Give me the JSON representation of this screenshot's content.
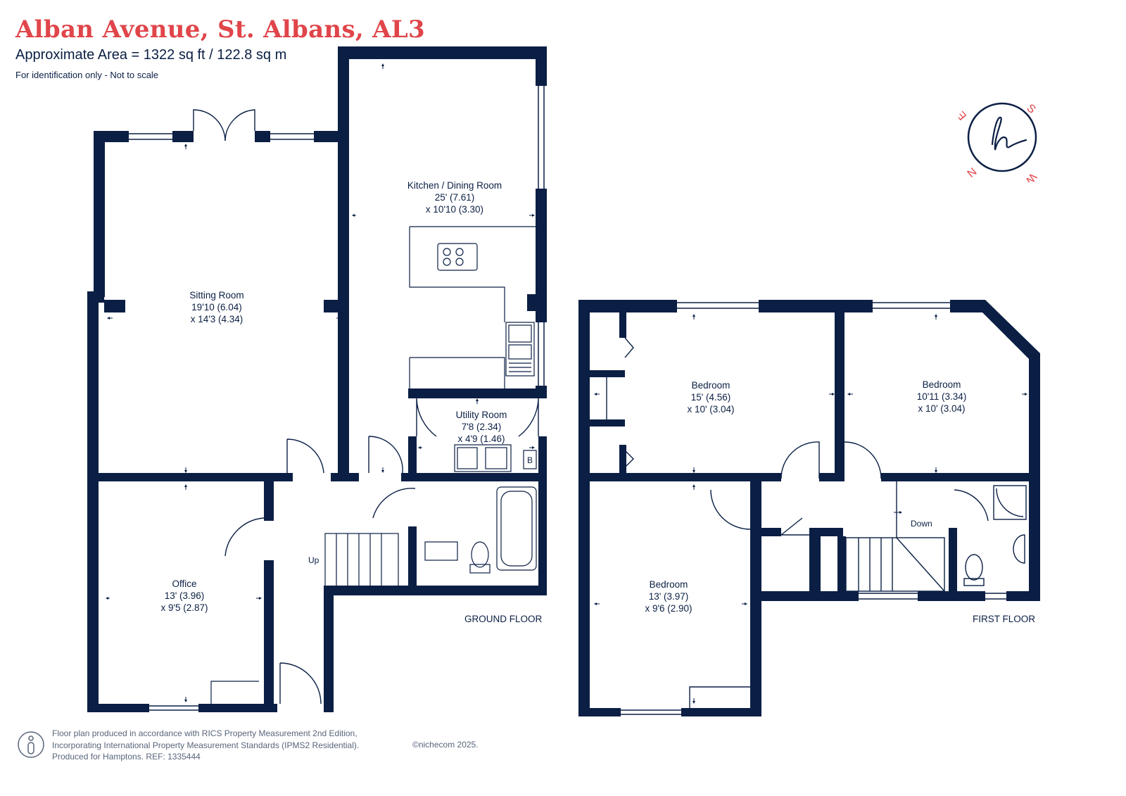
{
  "header": {
    "title": "Alban Avenue, St. Albans, AL3",
    "area": "Approximate Area = 1322 sq ft / 122.8 sq m",
    "note": "For identification only - Not to scale"
  },
  "rooms": {
    "kitchen": {
      "name": "Kitchen / Dining Room",
      "dim1": "25' (7.61)",
      "dim2": "x 10'10 (3.30)"
    },
    "sitting": {
      "name": "Sitting Room",
      "dim1": "19'10 (6.04)",
      "dim2": "x 14'3 (4.34)"
    },
    "utility": {
      "name": "Utility Room",
      "dim1": "7'8 (2.34)",
      "dim2": "x 4'9 (1.46)"
    },
    "office": {
      "name": "Office",
      "dim1": "13' (3.96)",
      "dim2": "x 9'5 (2.87)"
    },
    "bedroom1": {
      "name": "Bedroom",
      "dim1": "15' (4.56)",
      "dim2": "x 10' (3.04)"
    },
    "bedroom2": {
      "name": "Bedroom",
      "dim1": "10'11 (3.34)",
      "dim2": "x 10' (3.04)"
    },
    "bedroom3": {
      "name": "Bedroom",
      "dim1": "13' (3.97)",
      "dim2": "x 9'6 (2.90)"
    }
  },
  "labels": {
    "ground_floor": "GROUND FLOOR",
    "first_floor": "FIRST FLOOR",
    "up": "Up",
    "down": "Down",
    "boiler": "B"
  },
  "compass": {
    "n": "N",
    "e": "E",
    "s": "S",
    "w": "W"
  },
  "footer": {
    "line1": "Floor plan produced in accordance with RICS Property Measurement 2nd Edition,",
    "line2": "Incorporating International Property Measurement Standards (IPMS2 Residential).",
    "line3": "Produced for Hamptons.  REF: 1335444",
    "credit": "©nichecom 2025."
  },
  "colors": {
    "wall": "#0b1f44",
    "title": "#e0454a",
    "compass": "#e0454a",
    "footer_text": "#59657a"
  }
}
